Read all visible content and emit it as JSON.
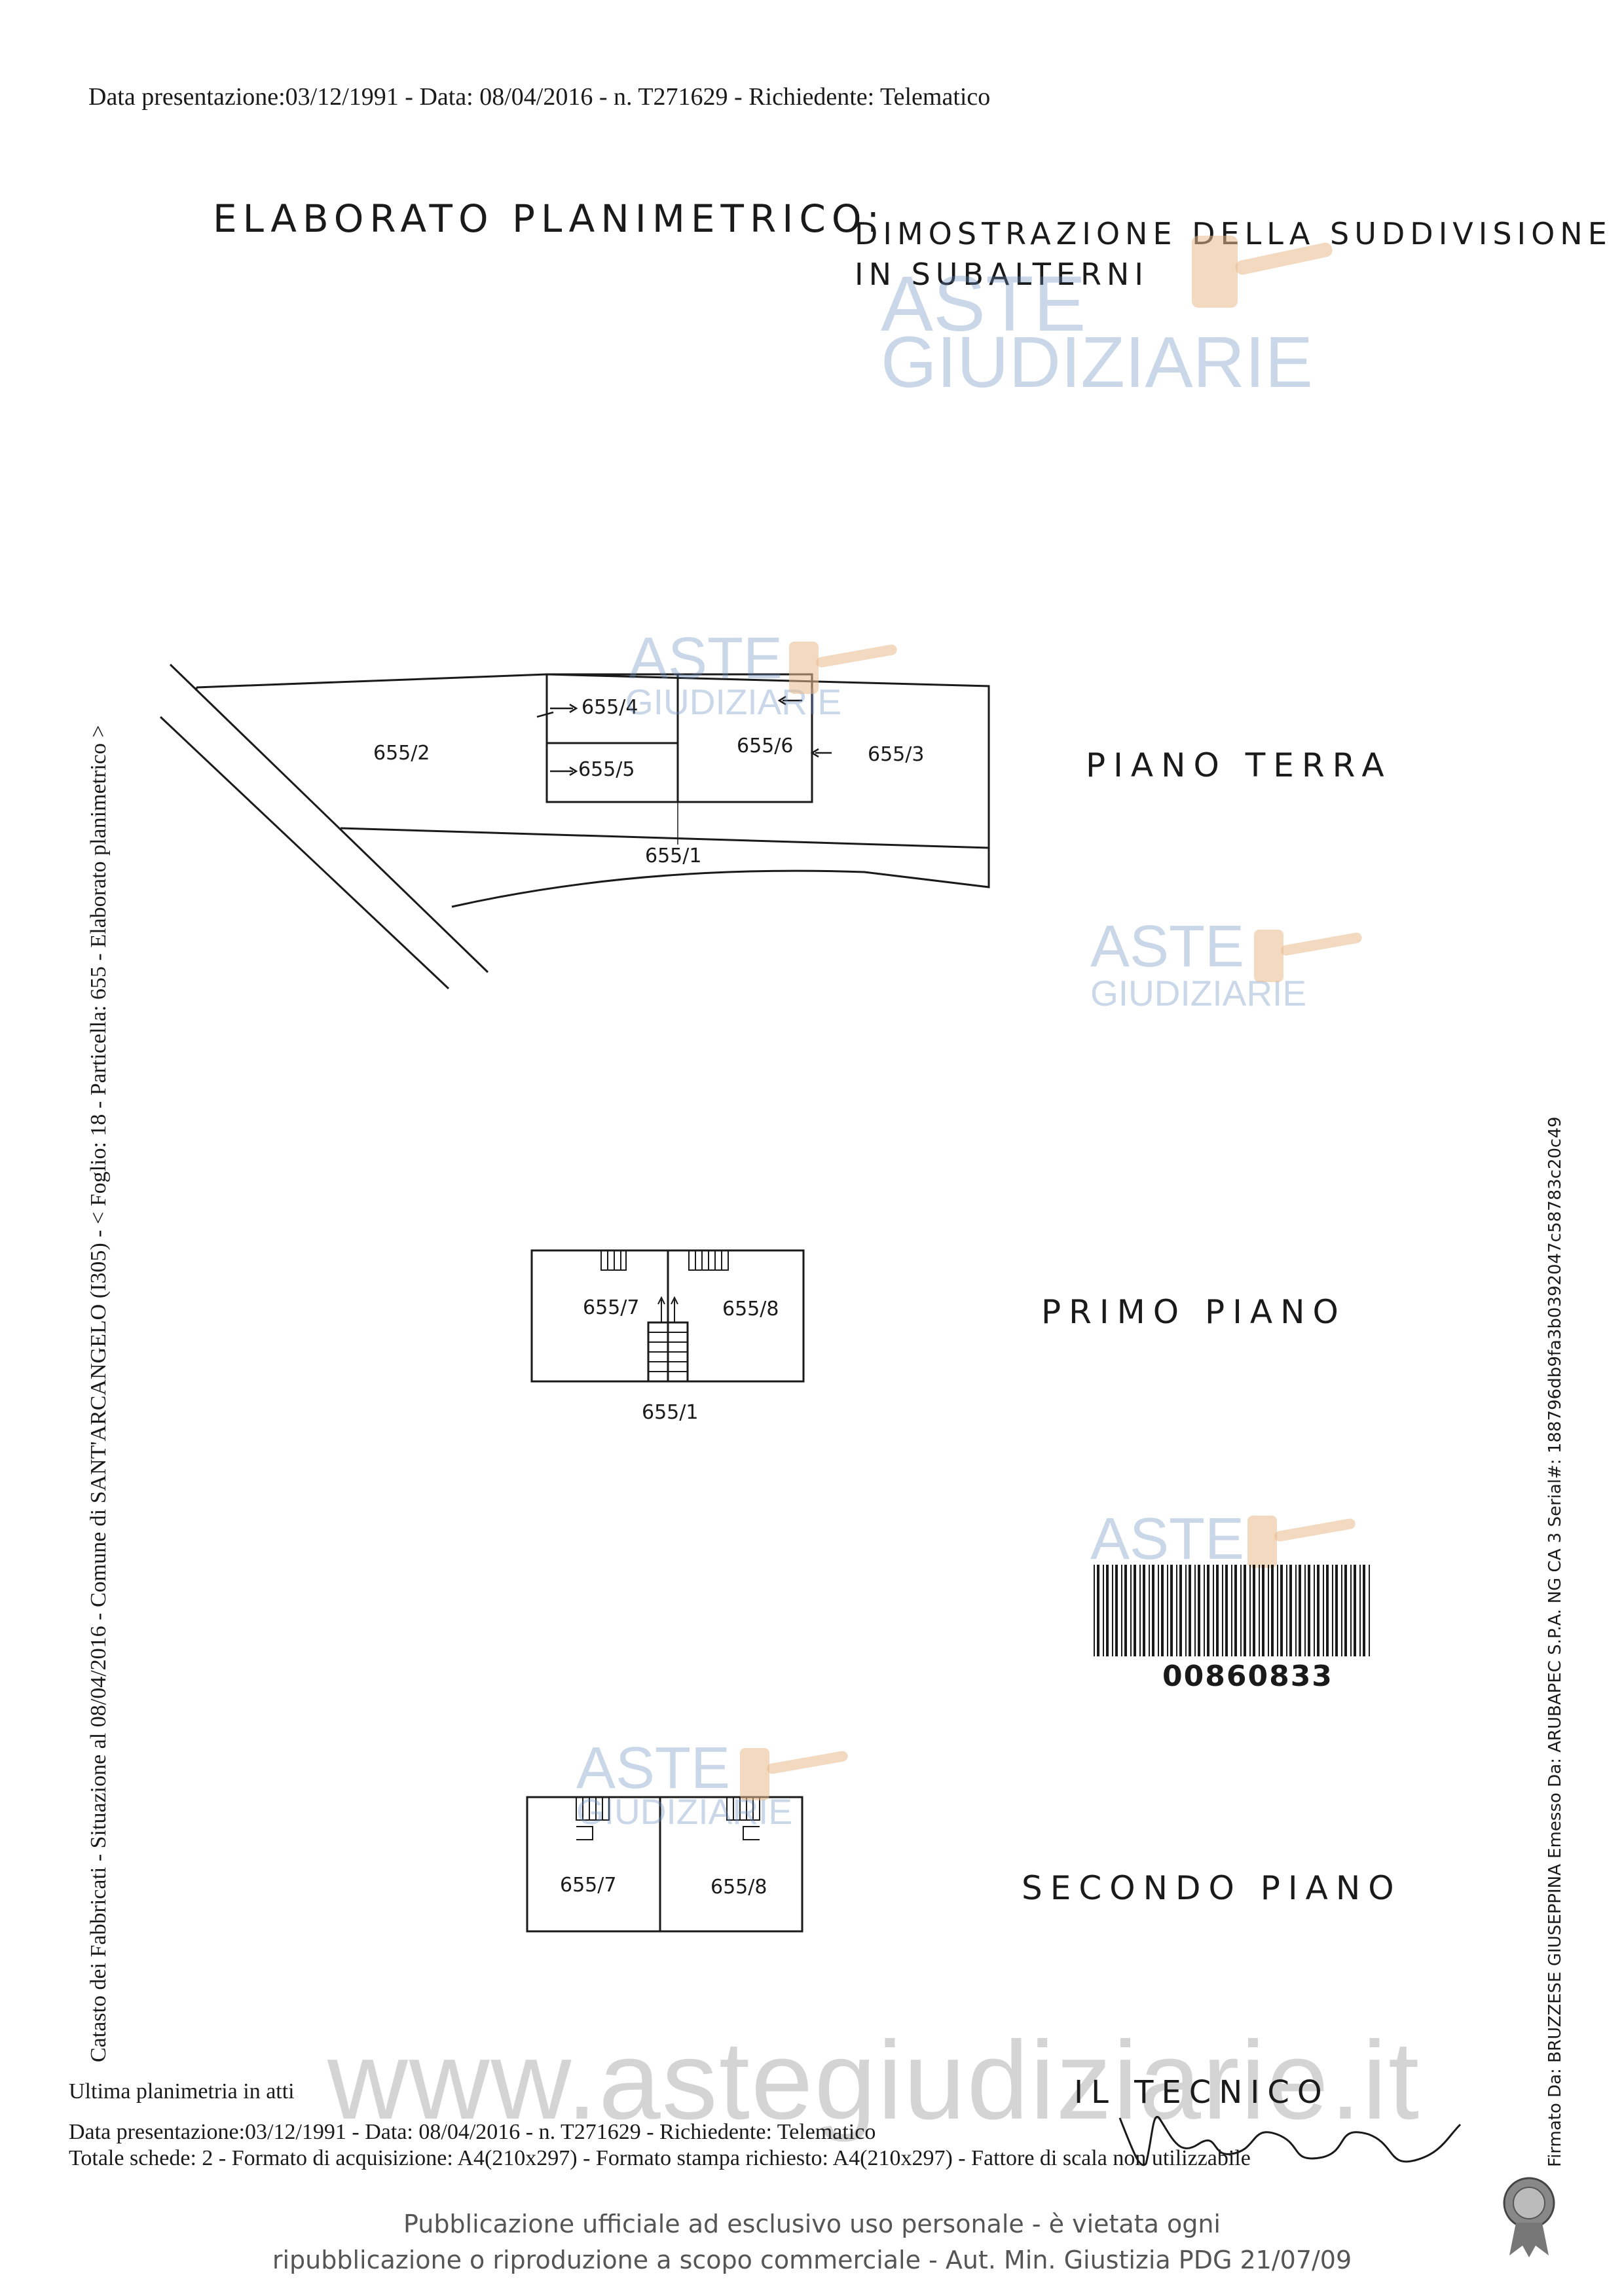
{
  "header": {
    "line": "Data presentazione:03/12/1991 - Data: 08/04/2016 - n. T271629 - Richiedente: Telematico"
  },
  "title": {
    "main": "ELABORATO PLANIMETRICO:",
    "sub1": "DIMOSTRAZIONE DELLA SUDDIVISIONE",
    "sub2": "IN SUBALTERNI"
  },
  "floors": {
    "terra": "PIANO TERRA",
    "primo": "PRIMO PIANO",
    "secondo": "SECONDO PIANO"
  },
  "units": {
    "u655_2": "655/2",
    "u655_4": "655/4",
    "u655_5": "655/5",
    "u655_6": "655/6",
    "u655_3": "655/3",
    "u655_1": "655/1",
    "p1_655_7": "655/7",
    "p1_655_8": "655/8",
    "p1_655_1": "655/1",
    "p2_655_7": "655/7",
    "p2_655_8": "655/8"
  },
  "side_left": "Catasto dei Fabbricati - Situazione al 08/04/2016 - Comune di SANT'ARCANGELO (I305) - < Foglio: 18 - Particella: 655 - Elaborato planimetrico >",
  "side_right": "Firmato Da: BRUZZESE GIUSEPPINA Emesso Da: ARUBAPEC S.P.A. NG CA 3 Serial#: 18879​6db9fa3b0392047c58783c20c49",
  "barcode_number": "00860833",
  "tecnico": "IL TECNICO",
  "footer": {
    "line1": "Ultima planimetria in atti",
    "line2": "Data presentazione:03/12/1991 - Data: 08/04/2016 - n. T271629 - Richiedente: Telematico",
    "line3": "Totale schede: 2 - Formato di acquisizione: A4(210x297) - Formato stampa richiesto: A4(210x297) - Fattore di scala non utilizzabile"
  },
  "publication": {
    "line1": "Pubblicazione ufficiale ad esclusivo uso personale - è vietata ogni",
    "line2": "ripubblicazione o riproduzione a scopo commerciale - Aut. Min. Giustizia PDG 21/07/09"
  },
  "watermark": {
    "aste": "ASTE",
    "giudiziarie": "GIUDIZIARIE",
    "web": "www.astegiudiziarie.it"
  },
  "colors": {
    "ink": "#1a1a1a",
    "watermark_blue": "#648cbe",
    "gavel_orange": "#e8b98a"
  },
  "icons": {
    "gavel": "gavel-icon",
    "seal": "seal-icon",
    "barcode": "barcode-icon"
  }
}
